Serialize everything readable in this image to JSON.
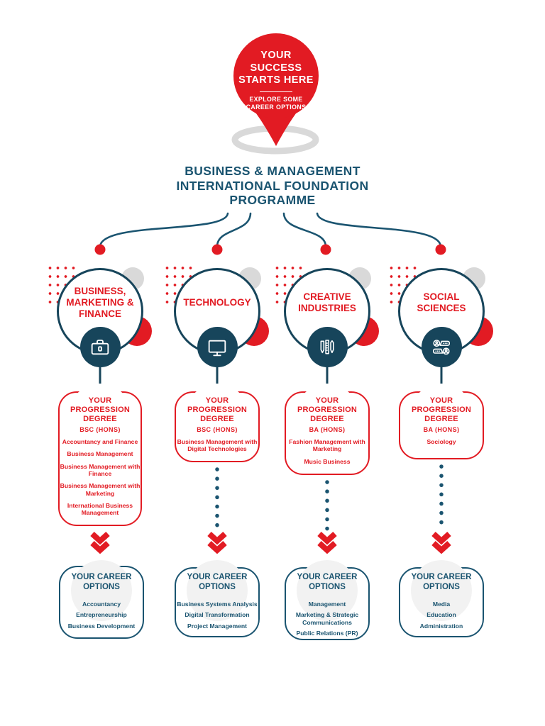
{
  "pin": {
    "headline1": "YOUR",
    "headline2": "SUCCESS",
    "headline3": "STARTS HERE",
    "subline1": "EXPLORE SOME",
    "subline2": "CAREER OPTIONS"
  },
  "title": {
    "line1": "BUSINESS & MANAGEMENT",
    "line2": "INTERNATIONAL FOUNDATION",
    "line3": "PROGRAMME"
  },
  "colors": {
    "red": "#e21b23",
    "teal_text": "#1a5470",
    "teal_dark": "#17455b",
    "gray": "#d9d9d9"
  },
  "columns": [
    {
      "label": "BUSINESS, MARKETING & FINANCE",
      "icon": "briefcase-icon",
      "progression": {
        "heading": "YOUR PROGRESSION DEGREE",
        "qualification": "BSC (HONS)",
        "degrees": [
          "Accountancy and Finance",
          "Business Management",
          "Business Management with Finance",
          "Business Management with Marketing",
          "International Business Management"
        ]
      },
      "career": {
        "heading": "YOUR CAREER OPTIONS",
        "options": [
          "Accountancy",
          "Entrepreneurship",
          "Business Development"
        ]
      }
    },
    {
      "label": "TECHNOLOGY",
      "icon": "monitor-icon",
      "progression": {
        "heading": "YOUR PROGRESSION DEGREE",
        "qualification": "BSC (HONS)",
        "degrees": [
          "Business Management with Digital Technologies"
        ]
      },
      "career": {
        "heading": "YOUR CAREER OPTIONS",
        "options": [
          "Business Systems Analysis",
          "Digital Transformation",
          "Project Management"
        ]
      }
    },
    {
      "label": "CREATIVE INDUSTRIES",
      "icon": "design-tools-icon",
      "progression": {
        "heading": "YOUR PROGRESSION DEGREE",
        "qualification": "BA (HONS)",
        "degrees": [
          "Fashion Management with Marketing",
          "Music Business"
        ]
      },
      "career": {
        "heading": "YOUR CAREER OPTIONS",
        "options": [
          "Management",
          "Marketing & Strategic Communications",
          "Public Relations (PR)"
        ]
      }
    },
    {
      "label": "SOCIAL SCIENCES",
      "icon": "conversation-icon",
      "progression": {
        "heading": "YOUR PROGRESSION DEGREE",
        "qualification": "BA (HONS)",
        "degrees": [
          "Sociology"
        ]
      },
      "career": {
        "heading": "YOUR CAREER OPTIONS",
        "options": [
          "Media",
          "Education",
          "Administration"
        ]
      }
    }
  ]
}
